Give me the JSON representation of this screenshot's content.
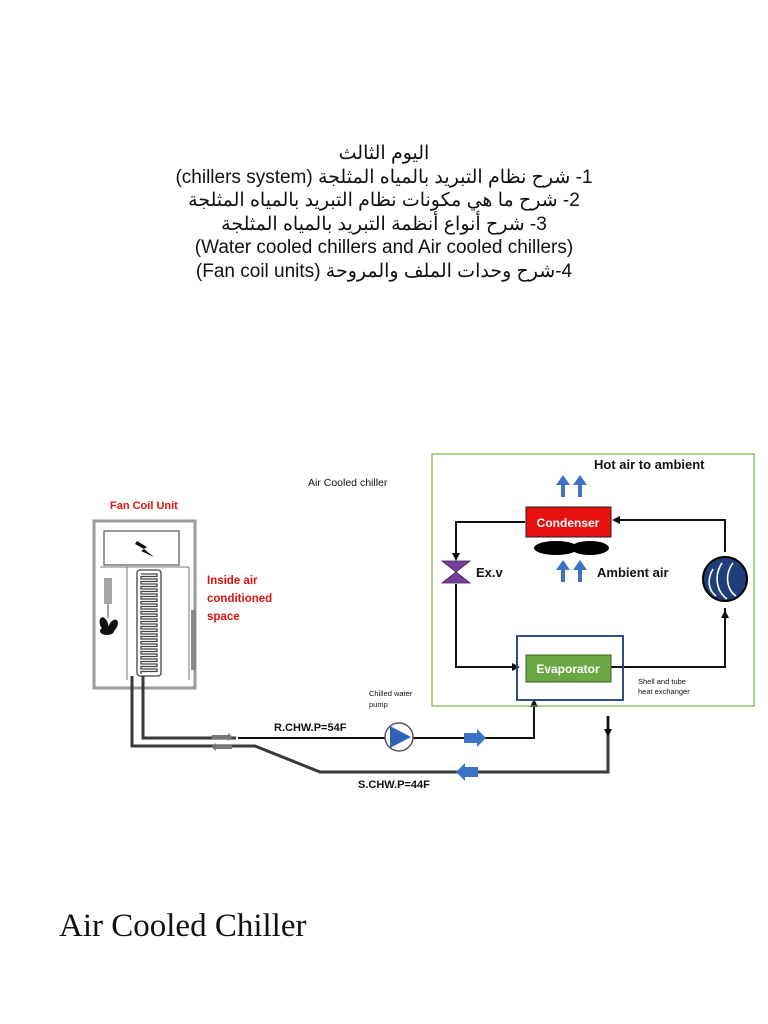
{
  "header": {
    "lines": [
      "اليوم الثالث",
      "1- شرح نظام التبريد بالمياه المثلجة (chillers system)",
      "2- شرح ما هي مكونات نظام التبريد بالمياه المثلجة",
      "3- شرح أنواع أنظمة التبريد بالمياه المثلجة",
      "(Water cooled chillers and Air cooled chillers)",
      "4-شرح وحدات الملف والمروحة (Fan coil units)"
    ]
  },
  "diagram": {
    "fan_coil_unit_label": "Fan Coil Unit",
    "inside_air_label": [
      "Inside air",
      "conditioned",
      "space"
    ],
    "air_cooled_chiller_label": "Air Cooled chiller",
    "hot_air_label": "Hot air to ambient",
    "ambient_air_label": "Ambient air",
    "condenser_label": "Condenser",
    "expansion_valve_label": "Ex.v",
    "evaporator_label": "Evaporator",
    "heat_exchanger_label": [
      "Shell and tube",
      "heat exchanger"
    ],
    "pump_label": [
      "Chilled water",
      "pump"
    ],
    "return_label": "R.CHW.P=54F",
    "supply_label": "S.CHW.P=44F",
    "colors": {
      "condenser": "#e8100d",
      "evaporator": "#6aa843",
      "evaporator_frame": "#2e4d8c",
      "chiller_frame": "#72b04a",
      "arrow_blue": "#3d72c4",
      "valve": "#7c3fa0",
      "fcu_label": "#e0120e"
    }
  },
  "caption": "Air Cooled Chiller"
}
